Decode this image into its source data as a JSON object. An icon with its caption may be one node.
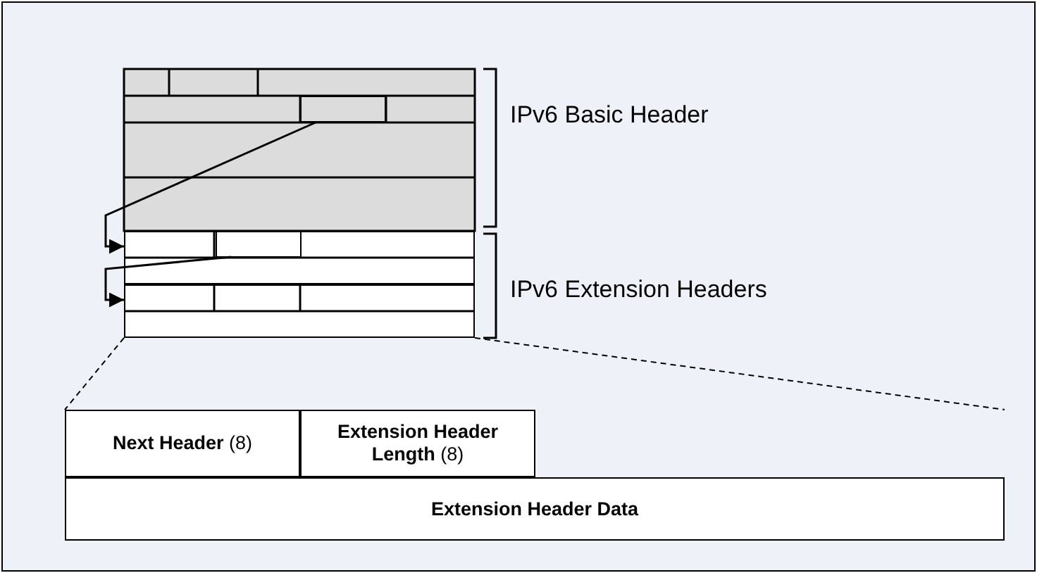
{
  "diagram": {
    "nodes": [
      {
        "text": [],
        "shape": "box"
      },
      {
        "text": [],
        "shape": "box"
      },
      {
        "text": [],
        "shape": "box",
        "in": 1
      },
      {
        "text": [],
        "shape": "box"
      },
      {
        "text": [
          "**Next Header** (8)"
        ]
      },
      {
        "text": [
          "**Extension Header Length** (8)"
        ]
      },
      {
        "text": [
          "Extension Header Data"
        ]
      }
    ],
    "edges": [
      {
        "from": 0,
        "to": 1,
        "arrow": "to"
      },
      {
        "from": 2,
        "to": 3,
        "arrow": "to"
      }
    ],
    "labels": [
      "IPv6 Basic Header",
      "IPv6 Extension Headers"
    ]
  }
}
